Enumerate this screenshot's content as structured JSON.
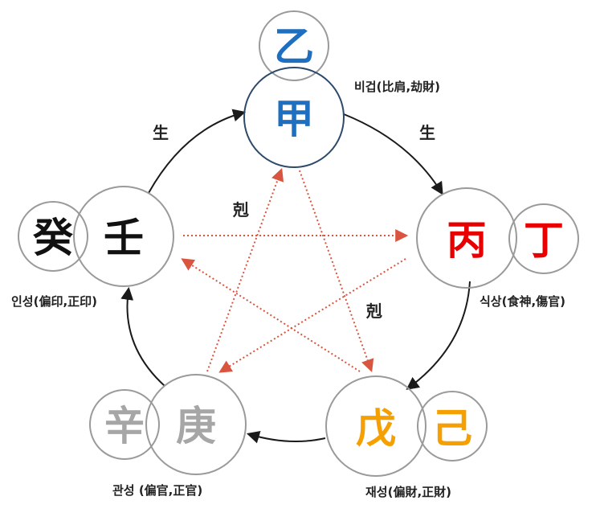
{
  "diagram": {
    "nodes": {
      "wood": {
        "main": "甲",
        "secondary": "乙",
        "label": "비겁(比肩,劫財)",
        "color": "#1f6fc1"
      },
      "fire": {
        "main": "丙",
        "secondary": "丁",
        "label": "식상(食神,傷官)",
        "color": "#e80000"
      },
      "earth": {
        "main": "戊",
        "secondary": "己",
        "label": "재성(偏財,正財)",
        "color": "#f5a000"
      },
      "metal": {
        "main": "庚",
        "secondary": "辛",
        "label": "관성 (偏官,正官)",
        "color": "#a6a6a6"
      },
      "water": {
        "main": "壬",
        "secondary": "癸",
        "label": "인성(偏印,正印)",
        "color": "#111111"
      }
    },
    "relations": {
      "generate_label_left": "生",
      "generate_label_right": "生",
      "control_label_top": "剋",
      "control_label_right": "剋"
    },
    "colors": {
      "circle_stroke": "#9a9a9a",
      "wood_circle_stroke": "#2e4a6b",
      "cycle_arrow": "#1a1a1a",
      "control_arrow": "#d9553f"
    }
  }
}
